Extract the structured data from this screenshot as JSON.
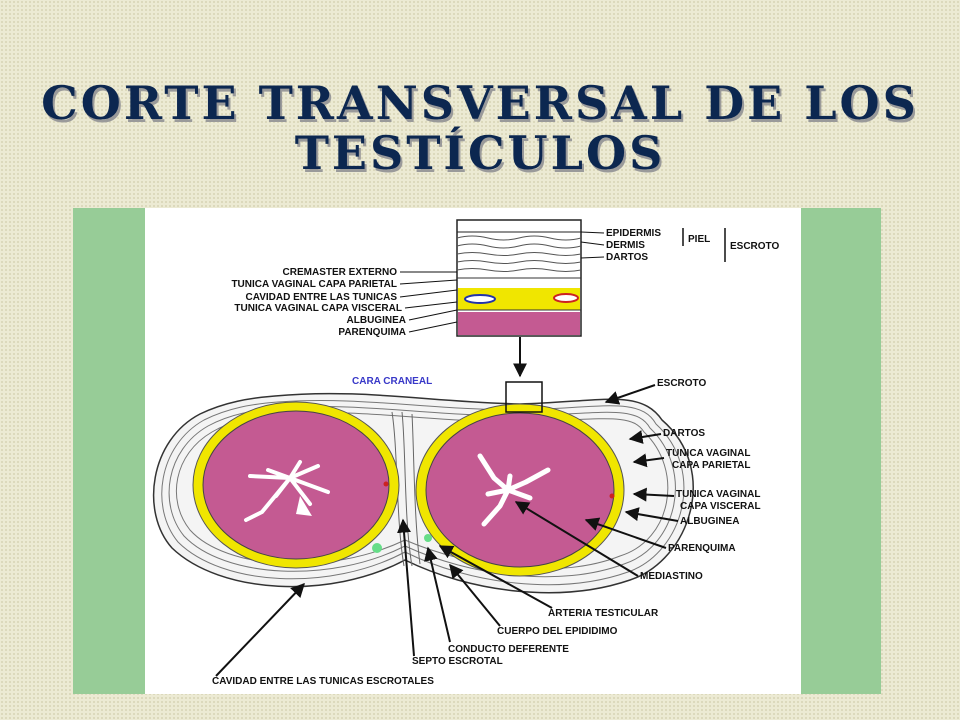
{
  "title": {
    "line1": "CORTE TRANSVERSAL DE LOS",
    "line2": "TESTÍCULOS"
  },
  "labels": {
    "epidermis": "EPIDERMIS",
    "dermis": "DERMIS",
    "dartos_top": "DARTOS",
    "piel": "PIEL",
    "escroto_bracket": "ESCROTO",
    "cremaster": "CREMASTER EXTERNO",
    "tv_parietal": "TUNICA VAGINAL CAPA PARIETAL",
    "cavidad_tunicas": "CAVIDAD ENTRE LAS TUNICAS",
    "tv_visceral": "TUNICA VAGINAL CAPA VISCERAL",
    "albuginea_top": "ALBUGINEA",
    "parenquima_top": "PARENQUIMA",
    "cara_craneal": "CARA CRANEAL",
    "escroto": "ESCROTO",
    "dartos": "DARTOS",
    "tv_parietal_r1": "TUNICA VAGINAL",
    "tv_parietal_r2": "CAPA PARIETAL",
    "tv_visceral_r1": "TUNICA VAGINAL",
    "tv_visceral_r2": "CAPA VISCERAL",
    "albuginea": "ALBUGINEA",
    "parenquima": "PARENQUIMA",
    "mediastino": "MEDIASTINO",
    "arteria": "ARTERIA TESTICULAR",
    "epididimo": "CUERPO DEL EPIDIDIMO",
    "conducto": "CONDUCTO DEFERENTE",
    "septo": "SEPTO ESCROTAL",
    "cavidad_escrotales": "CAVIDAD ENTRE LAS TUNICAS ESCROTALES"
  },
  "colors": {
    "title": "#0c2750",
    "parenchyma": "#c45a92",
    "tunica_yellow": "#f0e600",
    "frame_green": "#97cc97",
    "craneal_label": "#3838c8"
  }
}
